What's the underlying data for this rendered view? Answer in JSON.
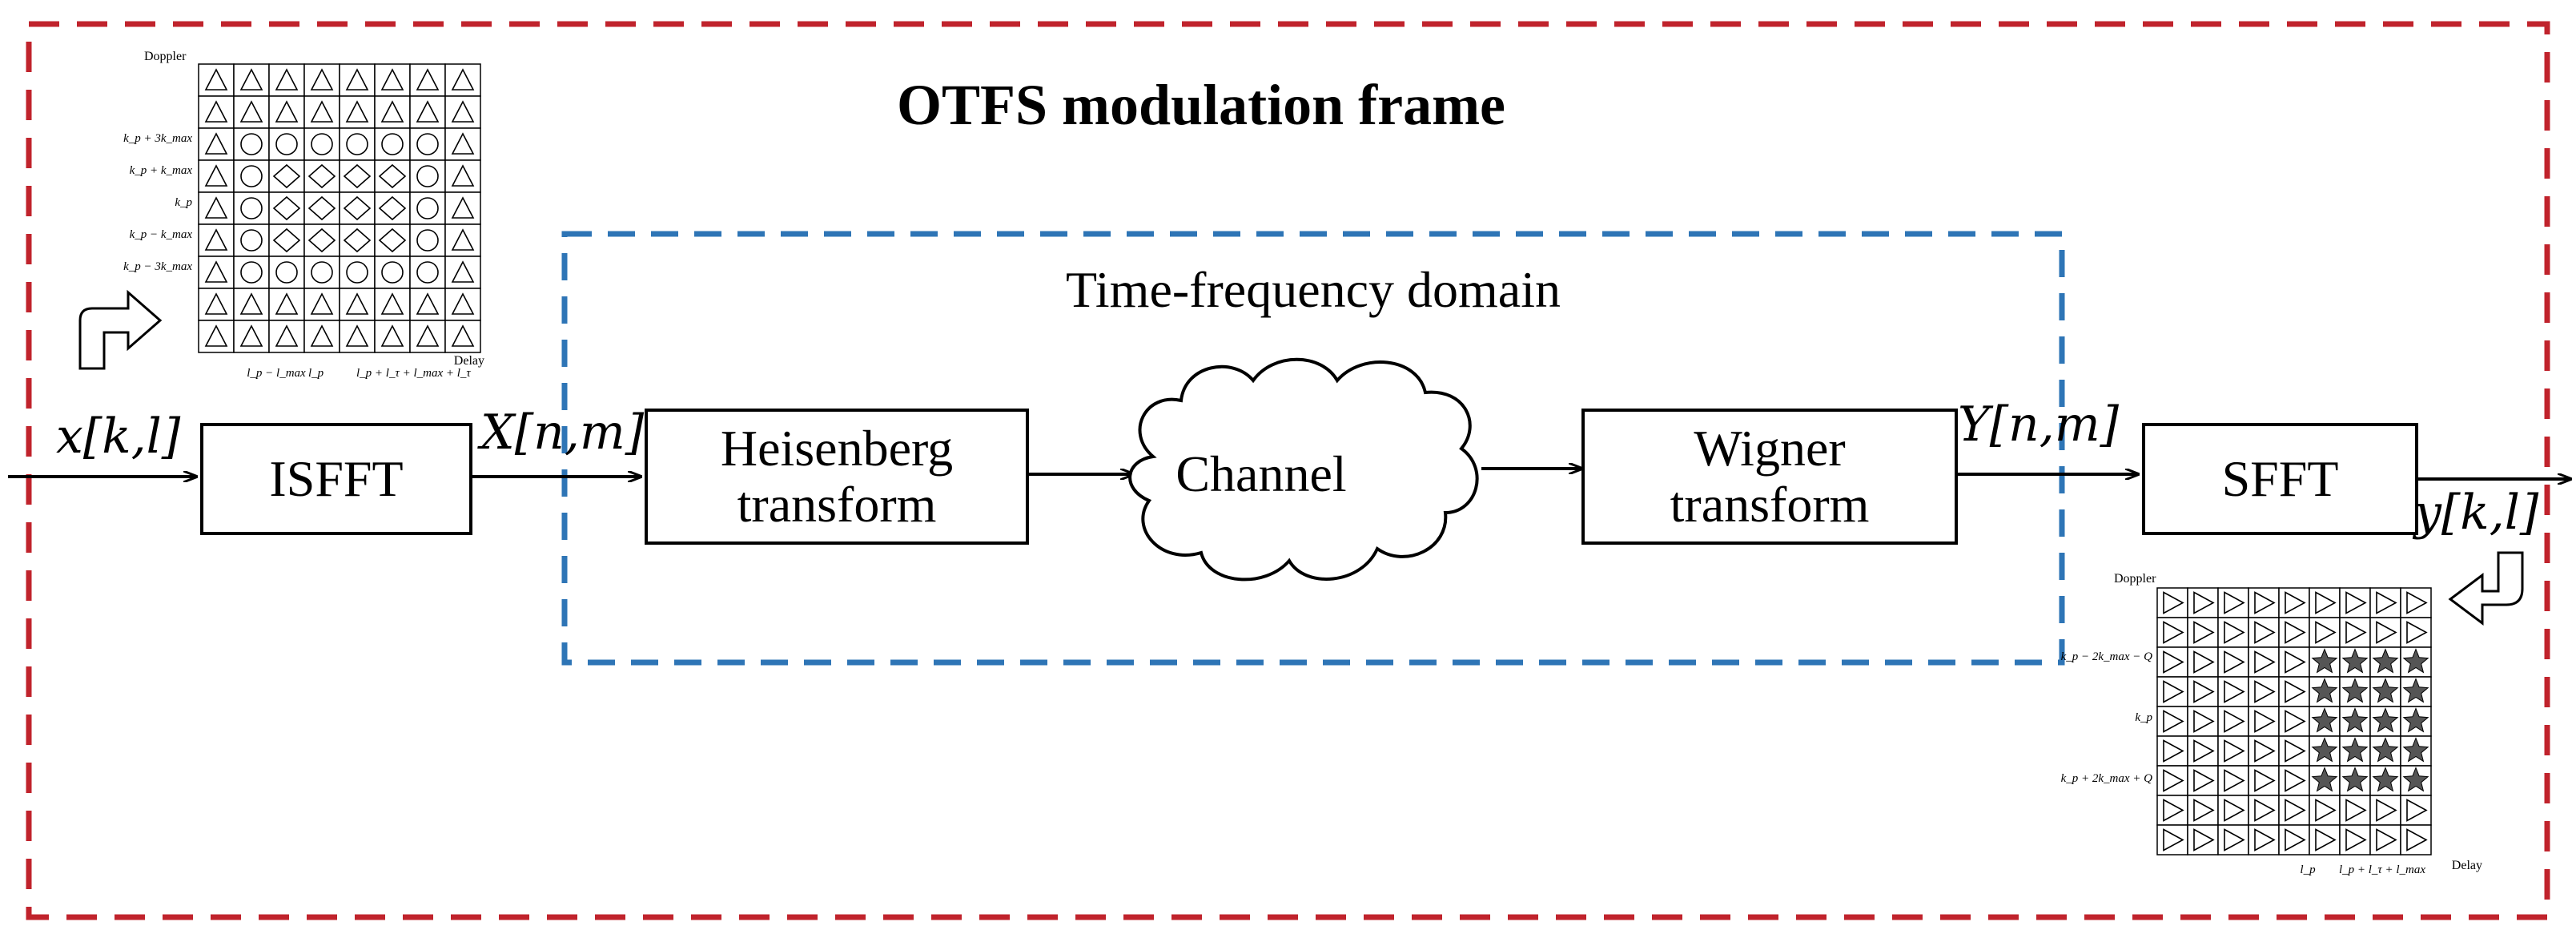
{
  "title": "OTFS modulation frame",
  "tf_domain_label": "Time-frequency domain",
  "blocks": {
    "isfft": "ISFFT",
    "heisenberg_line1": "Heisenberg",
    "heisenberg_line2": "transform",
    "channel": "Channel",
    "wigner_line1": "Wigner",
    "wigner_line2": "transform",
    "sfft": "SFFT"
  },
  "signals": {
    "x_kl": "x[k,l]",
    "X_nm": "X[n,m]",
    "Y_nm": "Y[n,m]",
    "y_kl": "y[k,l]"
  },
  "tx_grid": {
    "y_axis": "Doppler",
    "x_axis": "Delay",
    "row_labels": [
      "k_p + 3k_max",
      "k_p + k_max",
      "k_p",
      "k_p − k_max",
      "k_p − 3k_max"
    ],
    "col_labels": [
      "l_p − l_max",
      "l_p",
      "l_p + l_τ + l_max + l_τ"
    ]
  },
  "rx_grid": {
    "y_axis": "Doppler",
    "x_axis": "Delay",
    "row_labels": [
      "k_p − 2k_max − Q",
      "k_p",
      "k_p + 2k_max + Q"
    ],
    "col_labels": [
      "l_p",
      "l_p + l_τ + l_max"
    ]
  },
  "colors": {
    "outer_frame": "#c0232c",
    "tf_frame": "#2e75b6",
    "star_fill": "#555555"
  }
}
